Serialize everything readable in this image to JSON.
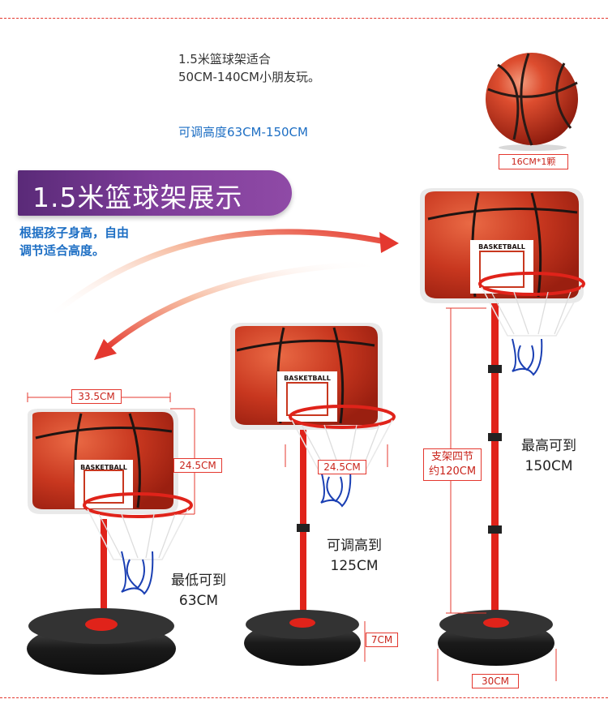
{
  "intro": {
    "line1": "1.5米篮球架适合",
    "line2": "50CM-140CM小朋友玩。",
    "adjustable": "可调高度63CM-150CM"
  },
  "ball": {
    "size_label": "16CM*1颗"
  },
  "banner": {
    "title": "1.5米篮球架展示"
  },
  "side_note": {
    "line1": "根据孩子身高，自由",
    "line2": "调节适合高度。"
  },
  "stands": [
    {
      "board_text": "BASKETBALL",
      "width_label": "33.5CM",
      "height_label": "24.5CM",
      "caption_line1": "最低可到",
      "caption_line2": "63CM"
    },
    {
      "board_text": "BASKETBALL",
      "rim_label": "24.5CM",
      "base_label": "7CM",
      "caption_line1": "可调高到",
      "caption_line2": "125CM"
    },
    {
      "board_text": "BASKETBALL",
      "pole_line1": "支架四节",
      "pole_line2": "约120CM",
      "base_label": "30CM",
      "caption_line1": "最高可到",
      "caption_line2": "150CM"
    }
  ],
  "colors": {
    "accent_red": "#e4382f",
    "banner_purple": "#6b3189",
    "note_blue": "#1e6fc4",
    "ball_orange": "#c8371f"
  }
}
